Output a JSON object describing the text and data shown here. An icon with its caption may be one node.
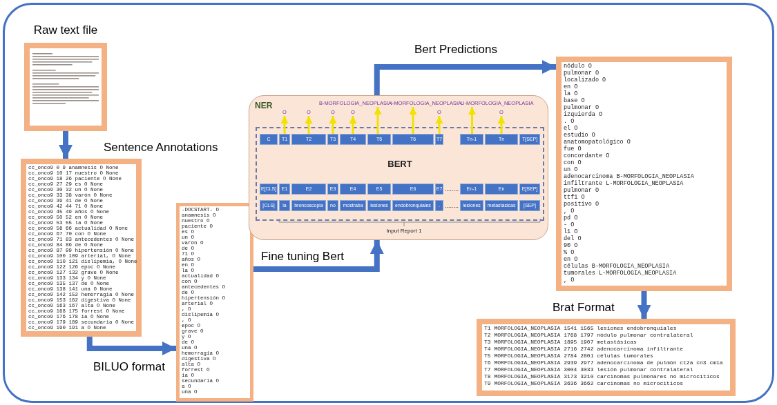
{
  "diagram": {
    "nodes": [
      {
        "text": [
          "Raw text file"
        ]
      },
      {
        "text": [
          "cc_onco9 0 9 anamnesis O None",
          "cc_onco9 10 17 nuestro O None",
          "cc_onco9 18 26 paciente O None",
          "cc_onco9 27 29 es O None",
          "cc_onco9 30 32 un O None",
          "cc_onco9 33 38 varón O None",
          "cc_onco9 39 41 de O None",
          "cc_onco9 42 44 71 O None",
          "cc_onco9 45 49 años O None",
          "cc_onco9 50 52 en O None",
          "cc_onco9 53 55 la O None",
          "cc_onco9 56 66 actualidad O None",
          "cc_onco9 67 70 con O None",
          "cc_onco9 71 83 antecedentes O None",
          "cc_onco9 84 86 de O None",
          "cc_onco9 87 99 hipertensión O None",
          "cc_onco9 100 109 arterial, O None",
          "cc_onco9 110 121 dislipemia, O None",
          "cc_onco9 122 126 epoc O None",
          "cc_onco9 127 132 grave O None",
          "cc_onco9 133 134 y O None",
          "cc_onco9 135 137 de O None",
          "cc_onco9 138 141 una O None",
          "cc_onco9 142 152 hemorragia O None",
          "cc_onco9 153 162 digestiva O None",
          "cc_onco9 163 167 alta O None",
          "cc_onco9 168 175 forrest O None",
          "cc_onco9 176 178 ia O None",
          "cc_onco9 179 189 secundaria O None",
          "cc_onco9 190 191 a O None"
        ],
        "beside": [
          "Sentence Annotations"
        ]
      },
      {
        "text": [
          "-DOCSTART- O",
          "anamnesis O",
          "nuestro O",
          "paciente O",
          "es O",
          "un O",
          "varón O",
          "de O",
          "71 O",
          "años O",
          "en O",
          "la O",
          "actualidad O",
          "con O",
          "antecedentes O",
          "de O",
          "hipertensión O",
          "arterial O",
          ", O",
          "dislipemia O",
          ", O",
          "epoc O",
          "grave O",
          "y O",
          "de O",
          "una O",
          "hemorragia O",
          "digestiva O",
          "alta O",
          "forrest O",
          "ia O",
          "secundaria O",
          "a O",
          "una O"
        ],
        "beside": [
          "BILUO format"
        ]
      },
      {
        "text": [
          "NER"
        ]
      },
      {
        "text": [
          "BERT"
        ],
        "in": 3
      },
      {
        "text": [
          "C"
        ],
        "in": 4
      },
      {
        "text": [
          "T1"
        ],
        "in": 4
      },
      {
        "text": [
          "T2"
        ],
        "in": 4
      },
      {
        "text": [
          "T3"
        ],
        "in": 4
      },
      {
        "text": [
          "T4"
        ],
        "in": 4
      },
      {
        "text": [
          "T5"
        ],
        "in": 4
      },
      {
        "text": [
          "T6"
        ],
        "in": 4
      },
      {
        "text": [
          "T7"
        ],
        "in": 4
      },
      {
        "text": [
          "Tn-1"
        ],
        "in": 4
      },
      {
        "text": [
          "Tn"
        ],
        "in": 4
      },
      {
        "text": [
          "T[SEP]"
        ],
        "in": 4
      },
      {
        "text": [
          "E[CLS]"
        ],
        "in": 4
      },
      {
        "text": [
          "E1"
        ],
        "in": 4
      },
      {
        "text": [
          "E2"
        ],
        "in": 4
      },
      {
        "text": [
          "E3"
        ],
        "in": 4
      },
      {
        "text": [
          "E4"
        ],
        "in": 4
      },
      {
        "text": [
          "E5"
        ],
        "in": 4
      },
      {
        "text": [
          "E6"
        ],
        "in": 4
      },
      {
        "text": [
          "E7"
        ],
        "in": 4
      },
      {
        "text": [
          "En-1"
        ],
        "in": 4
      },
      {
        "text": [
          "En"
        ],
        "in": 4
      },
      {
        "text": [
          "E[SEP]"
        ],
        "in": 4
      },
      {
        "text": [
          "[CLS]"
        ],
        "in": 4
      },
      {
        "text": [
          "la"
        ],
        "in": 4
      },
      {
        "text": [
          "broncoscopia"
        ],
        "in": 4
      },
      {
        "text": [
          "no"
        ],
        "in": 4
      },
      {
        "text": [
          "mostraba"
        ],
        "in": 4
      },
      {
        "text": [
          "lesiones"
        ],
        "in": 4
      },
      {
        "text": [
          "endobronquiales"
        ],
        "in": 4
      },
      {
        "text": [
          "."
        ],
        "in": 4
      },
      {
        "text": [
          "lesiones"
        ],
        "in": 4
      },
      {
        "text": [
          "metastásicas"
        ],
        "in": 4
      },
      {
        "text": [
          "[SEP]"
        ],
        "in": 4
      },
      {
        "text": [
          "O"
        ],
        "in": 3
      },
      {
        "text": [
          "O"
        ],
        "in": 3
      },
      {
        "text": [
          "O"
        ],
        "in": 3
      },
      {
        "text": [
          "O"
        ],
        "in": 3
      },
      {
        "text": [
          "B-MORFOLOGIA_NEOPLASIA"
        ],
        "in": 3
      },
      {
        "text": [
          "I-MORFOLOGIA_NEOPLASIA"
        ],
        "in": 3
      },
      {
        "text": [
          "O"
        ],
        "in": 3
      },
      {
        "text": [
          "U-MORFOLOGIA_NEOPLASIA"
        ],
        "in": 3
      },
      {
        "text": [
          "O"
        ],
        "in": 3
      },
      {
        "text": [
          "nódulo O",
          "pulmonar O",
          "localizado O",
          "en O",
          "la O",
          "base O",
          "pulmonar O",
          "izquierda O",
          ". O",
          "el O",
          "estudio O",
          "anatomopatológico O",
          "fue O",
          "concordante O",
          "con O",
          "un O",
          "adenocarcinoma B-MORFOLOGIA_NEOPLASIA",
          "infiltrante L-MORFOLOGIA_NEOPLASIA",
          "pulmonar O",
          "ttf1 O",
          "positivo O",
          ", O",
          "pd O",
          "- O",
          "l1 O",
          "del O",
          "90 O",
          "% O",
          "en O",
          "células B-MORFOLOGIA_NEOPLASIA",
          "tumorales L-MORFOLOGIA_NEOPLASIA",
          ", O"
        ]
      },
      {
        "text": [
          "T1 MORFOLOGIA_NEOPLASIA 1541 1565 lesiones endobronquiales",
          "T2 MORFOLOGIA_NEOPLASIA 1768 1797 nódulo pulmonar contralateral",
          "T3 MORFOLOGIA_NEOPLASIA 1895 1907 metastásicas",
          "T4 MORFOLOGIA_NEOPLASIA 2716 2742 adenocarcinoma infiltrante",
          "T5 MORFOLOGIA_NEOPLASIA 2784 2801 células tumorales",
          "T6 MORFOLOGIA_NEOPLASIA 2939 2977 adenocarcinoma de pulmón ct2a cn3 cm1a",
          "T7 MORFOLOGIA_NEOPLASIA 3004 3033 lesión pulmonar contralateral",
          "T8 MORFOLOGIA_NEOPLASIA 3173 3210 carcinomas pulmonares no microcíticos",
          "T9 MORFOLOGIA_NEOPLASIA 3636 3662 carcinomas no microcíticos"
        ],
        "beside": [
          "Brat Format"
        ]
      }
    ],
    "edges": [
      {
        "from": 0,
        "to": 1,
        "arrow": "to",
        "style": "thick",
        "color": "#4472c4"
      },
      {
        "from": 1,
        "to": 2,
        "arrow": "to",
        "style": "thick",
        "color": "#4472c4"
      },
      {
        "from": 2,
        "to": 3,
        "arrow": "to",
        "label": "Fine tuning Bert",
        "style": "thick",
        "color": "#4472c4"
      },
      {
        "from": 3,
        "to": 47,
        "arrow": "to",
        "label": "Bert Predictions",
        "style": "thick",
        "color": "#4472c4"
      },
      {
        "from": 47,
        "to": 48,
        "arrow": "to",
        "style": "thick",
        "color": "#4472c4"
      },
      {
        "from": 6,
        "to": 38,
        "arrow": "to"
      },
      {
        "from": 7,
        "to": 39,
        "arrow": "to"
      },
      {
        "from": 8,
        "to": 40,
        "arrow": "to"
      },
      {
        "from": 9,
        "to": 41,
        "arrow": "to"
      },
      {
        "from": 10,
        "to": 42,
        "arrow": "to"
      },
      {
        "from": 11,
        "to": 43,
        "arrow": "to"
      },
      {
        "from": 12,
        "to": 44,
        "arrow": "to"
      },
      {
        "from": 13,
        "to": 45,
        "arrow": "to"
      },
      {
        "from": 14,
        "to": 46,
        "arrow": "to"
      }
    ],
    "labels": [
      "........",
      "........",
      "Input Report 1"
    ]
  }
}
